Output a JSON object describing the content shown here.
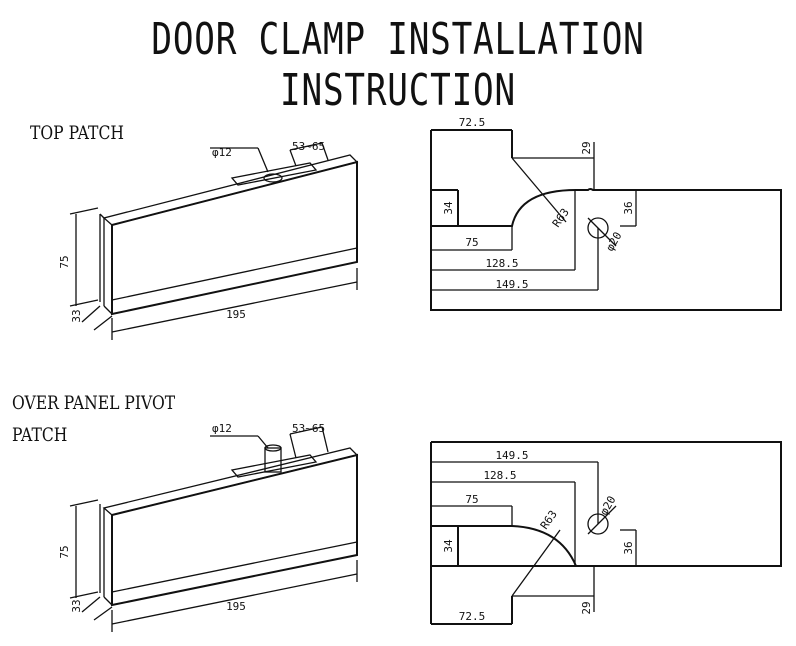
{
  "title": "DOOR CLAMP INSTALLATION INSTRUCTION",
  "sections": [
    {
      "label_lines": [
        "TOP  PATCH"
      ],
      "dims": {
        "hole": "φ12",
        "slot": "53~65",
        "height": "75",
        "depth": "33",
        "length": "195"
      },
      "drawing": {
        "d1": "72.5",
        "d2": "29",
        "d3": "34",
        "d4": "36",
        "r": "R63",
        "hole": "φ20",
        "w1": "75",
        "w2": "128.5",
        "w3": "149.5"
      }
    },
    {
      "label_lines": [
        "OVER PANEL PIVOT",
        "PATCH"
      ],
      "dims": {
        "hole": "φ12",
        "slot": "53~65",
        "height": "75",
        "depth": "33",
        "length": "195"
      },
      "drawing": {
        "d1": "149.5",
        "d2": "128.5",
        "d3": "75",
        "d4": "R63",
        "r": "φ20",
        "hole": "34",
        "w1": "36",
        "w2": "72.5",
        "w3": "29"
      }
    }
  ]
}
